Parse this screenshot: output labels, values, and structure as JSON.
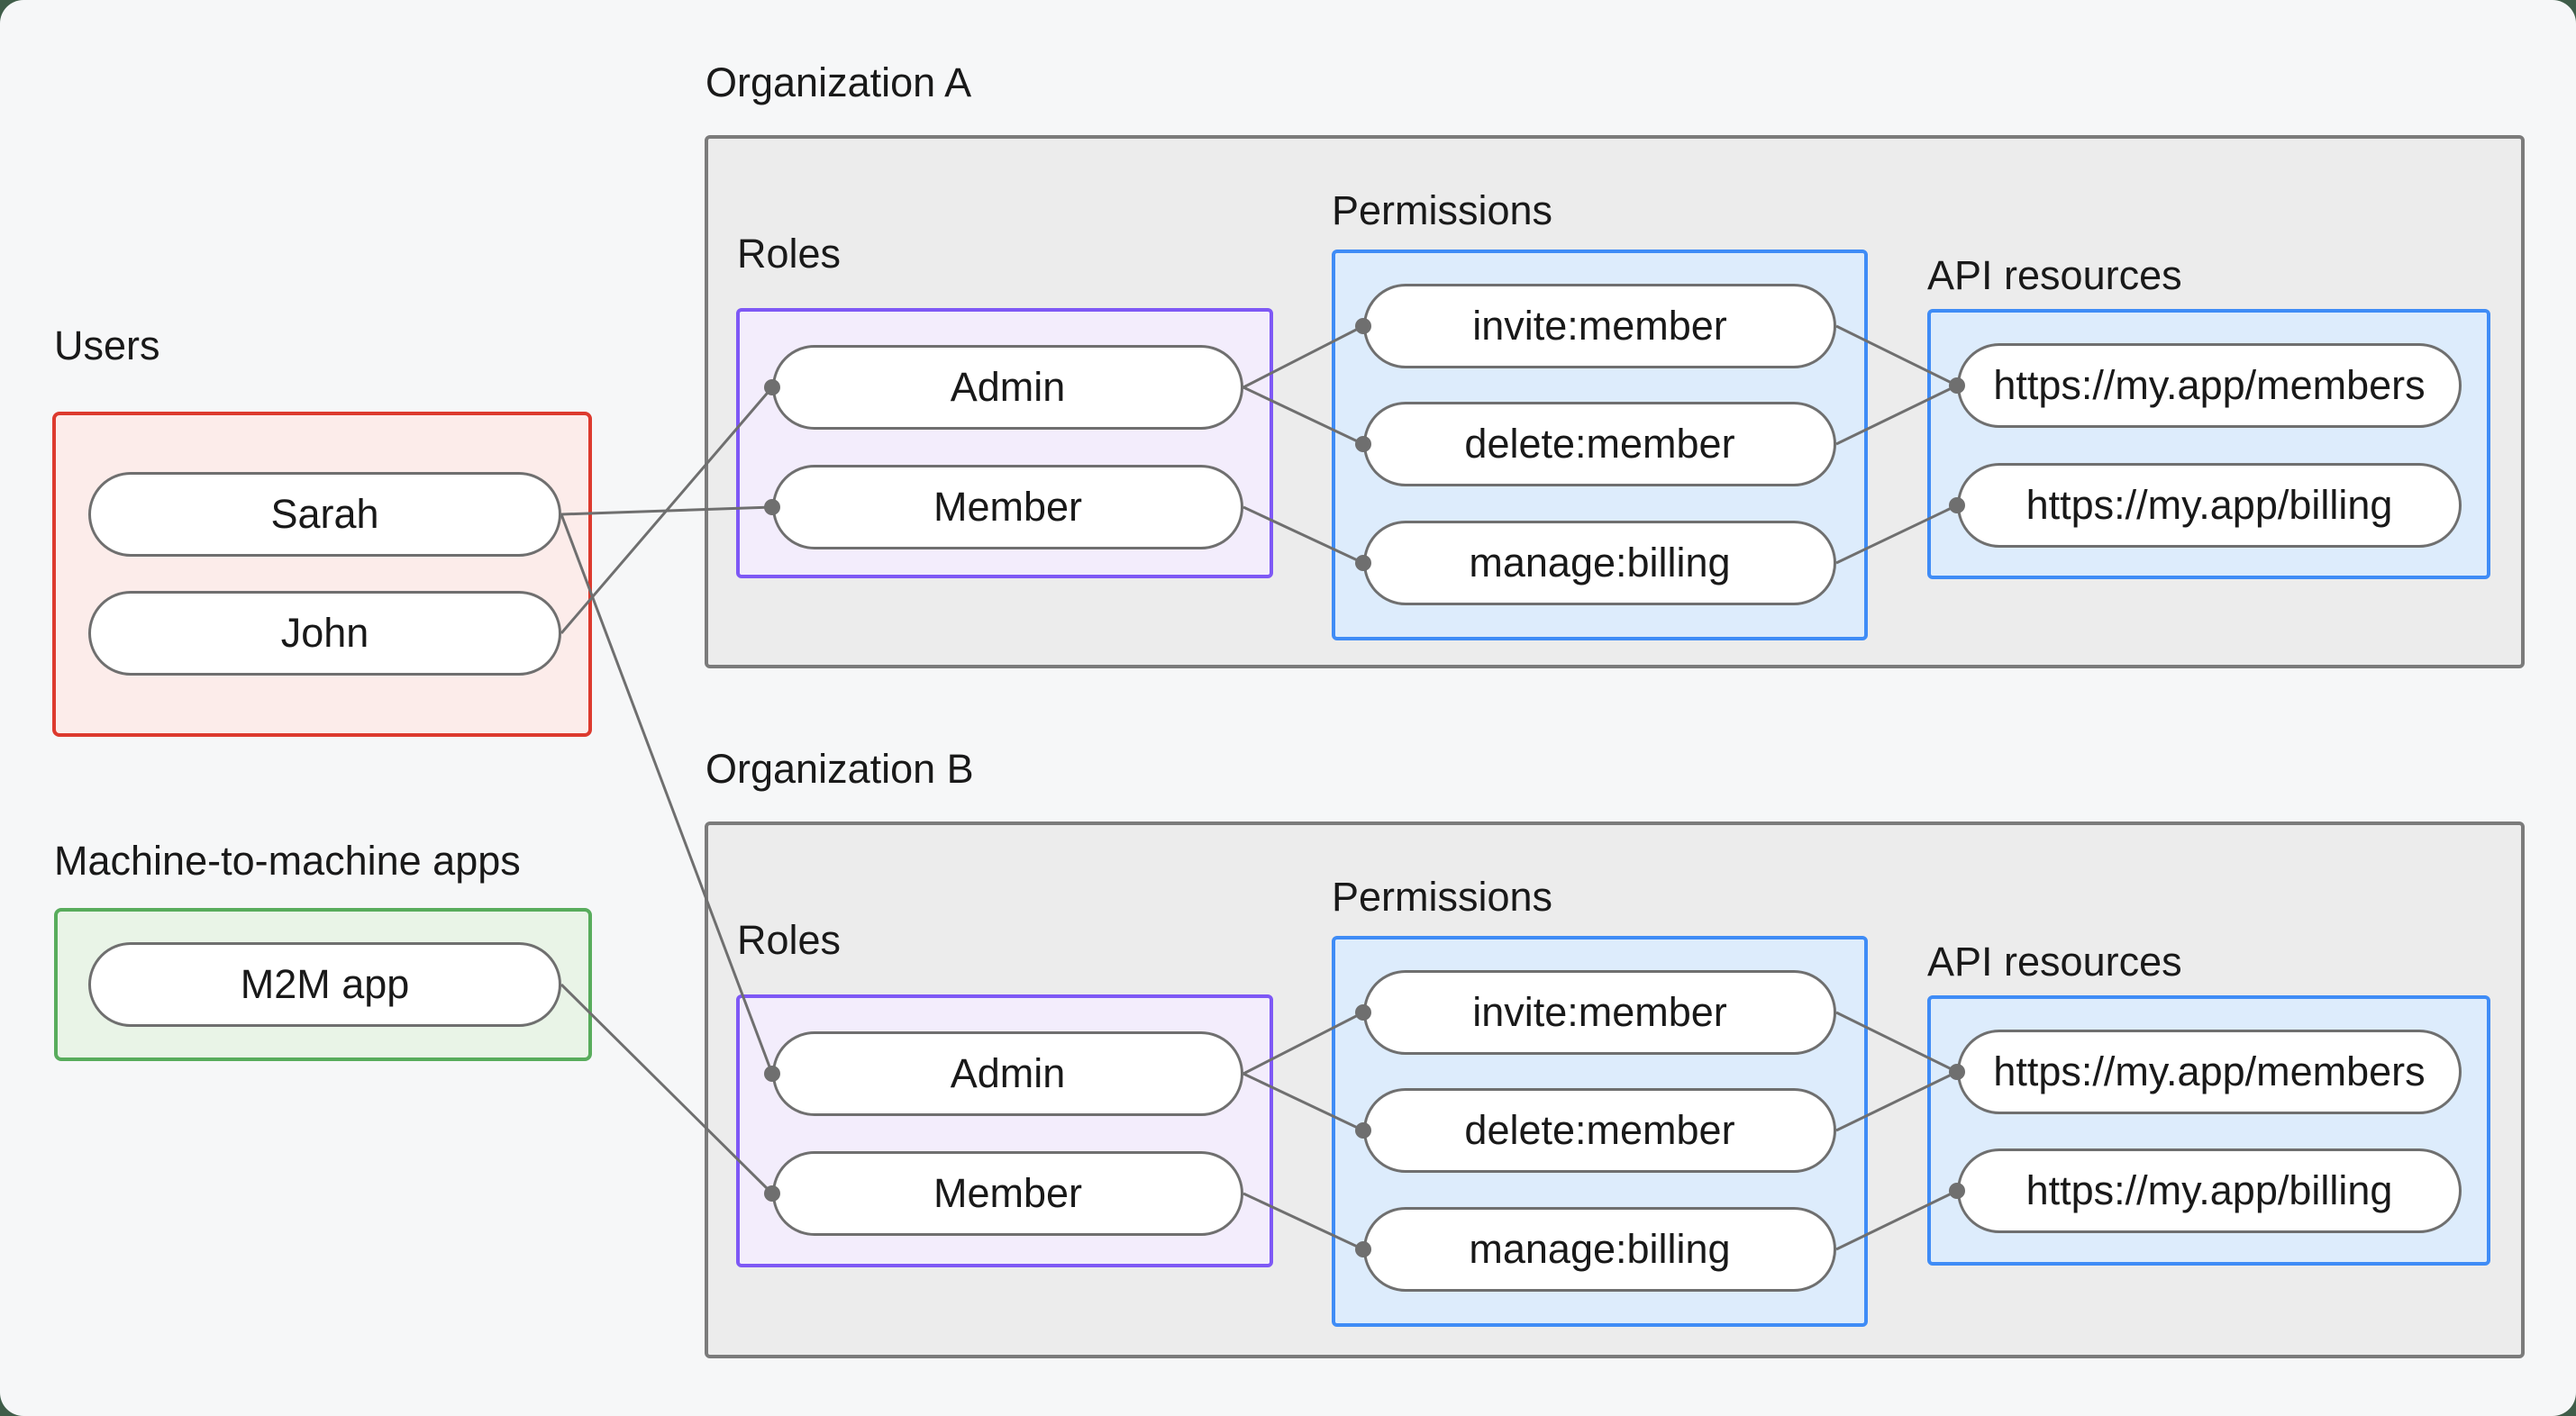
{
  "users_group": {
    "label": "Users",
    "items": [
      "Sarah",
      "John"
    ]
  },
  "m2m_group": {
    "label": "Machine-to-machine apps",
    "items": [
      "M2M app"
    ]
  },
  "org_a": {
    "title": "Organization A",
    "roles_label": "Roles",
    "permissions_label": "Permissions",
    "api_label": "API resources",
    "roles": [
      "Admin",
      "Member"
    ],
    "permissions": [
      "invite:member",
      "delete:member",
      "manage:billing"
    ],
    "api_resources": [
      "https://my.app/members",
      "https://my.app/billing"
    ]
  },
  "org_b": {
    "title": "Organization B",
    "roles_label": "Roles",
    "permissions_label": "Permissions",
    "api_label": "API resources",
    "roles": [
      "Admin",
      "Member"
    ],
    "permissions": [
      "invite:member",
      "delete:member",
      "manage:billing"
    ],
    "api_resources": [
      "https://my.app/members",
      "https://my.app/billing"
    ]
  },
  "edges": {
    "assignments": [
      {
        "source": "John",
        "org": "A",
        "role": "Admin"
      },
      {
        "source": "Sarah",
        "org": "A",
        "role": "Member"
      },
      {
        "source": "Sarah",
        "org": "B",
        "role": "Admin"
      },
      {
        "source": "M2M app",
        "org": "B",
        "role": "Member"
      }
    ],
    "role_permissions": [
      {
        "org": "A",
        "role": "Admin",
        "permissions": [
          "invite:member",
          "delete:member"
        ]
      },
      {
        "org": "A",
        "role": "Member",
        "permissions": [
          "manage:billing"
        ]
      },
      {
        "org": "B",
        "role": "Admin",
        "permissions": [
          "invite:member",
          "delete:member"
        ]
      },
      {
        "org": "B",
        "role": "Member",
        "permissions": [
          "manage:billing"
        ]
      }
    ],
    "permission_resources": [
      {
        "org": "A",
        "permission": "invite:member",
        "resource": "https://my.app/members"
      },
      {
        "org": "A",
        "permission": "delete:member",
        "resource": "https://my.app/members"
      },
      {
        "org": "A",
        "permission": "manage:billing",
        "resource": "https://my.app/billing"
      },
      {
        "org": "B",
        "permission": "invite:member",
        "resource": "https://my.app/members"
      },
      {
        "org": "B",
        "permission": "delete:member",
        "resource": "https://my.app/members"
      },
      {
        "org": "B",
        "permission": "manage:billing",
        "resource": "https://my.app/billing"
      }
    ]
  },
  "colors": {
    "users_border": "#dd3a2e",
    "users_fill": "#fcecea",
    "m2m_border": "#58ac5c",
    "m2m_fill": "#e9f4e7",
    "roles_border": "#7e58f5",
    "roles_fill": "#f3edfc",
    "blue_border": "#3f8cf6",
    "blue_fill": "#ddecfc",
    "org_border": "#7b7b7b",
    "org_fill": "#ececec",
    "edge_line": "#6f6f6f",
    "text": "#191919",
    "page_background": "#f6f7f8"
  }
}
